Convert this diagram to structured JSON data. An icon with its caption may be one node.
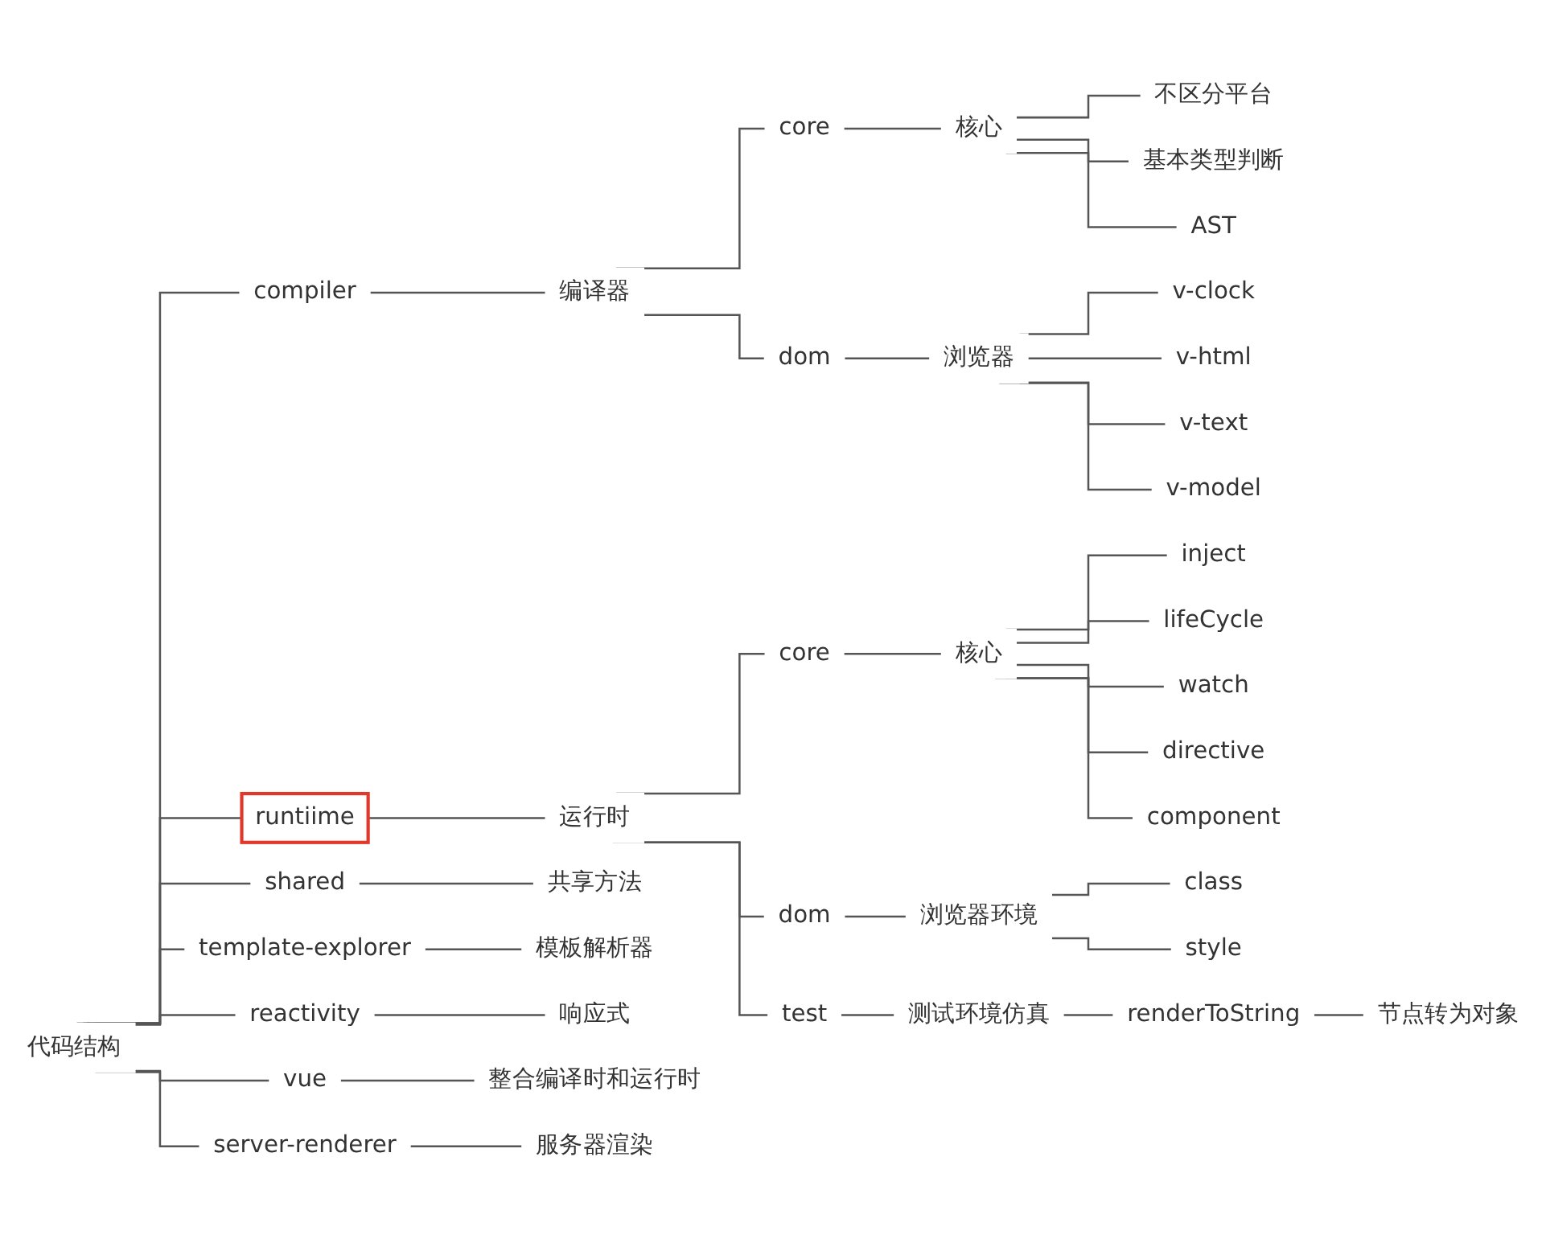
{
  "diagram": {
    "nodes": [
      {
        "text": [
          "代码结构"
        ]
      },
      {
        "text": [
          "compiler"
        ]
      },
      {
        "text": [
          "编译器"
        ]
      },
      {
        "text": [
          "core"
        ]
      },
      {
        "text": [
          "核心"
        ]
      },
      {
        "text": [
          "不区分平台"
        ]
      },
      {
        "text": [
          "基本类型判断"
        ]
      },
      {
        "text": [
          "AST"
        ]
      },
      {
        "text": [
          "dom"
        ]
      },
      {
        "text": [
          "浏览器"
        ]
      },
      {
        "text": [
          "v-clock"
        ]
      },
      {
        "text": [
          "v-html"
        ]
      },
      {
        "text": [
          "v-text"
        ]
      },
      {
        "text": [
          "v-model"
        ]
      },
      {
        "text": [
          "runtiime"
        ]
      },
      {
        "text": [
          "运行时"
        ]
      },
      {
        "text": [
          "core"
        ]
      },
      {
        "text": [
          "核心"
        ]
      },
      {
        "text": [
          "inject"
        ]
      },
      {
        "text": [
          "lifeCycle"
        ]
      },
      {
        "text": [
          "watch"
        ]
      },
      {
        "text": [
          "directive"
        ]
      },
      {
        "text": [
          "component"
        ]
      },
      {
        "text": [
          "dom"
        ]
      },
      {
        "text": [
          "浏览器环境"
        ]
      },
      {
        "text": [
          "class"
        ]
      },
      {
        "text": [
          "style"
        ]
      },
      {
        "text": [
          "test"
        ]
      },
      {
        "text": [
          "测试环境仿真"
        ]
      },
      {
        "text": [
          "renderToString"
        ]
      },
      {
        "text": [
          "节点转为对象"
        ]
      },
      {
        "text": [
          "shared"
        ]
      },
      {
        "text": [
          "共享方法"
        ]
      },
      {
        "text": [
          "template-explorer"
        ]
      },
      {
        "text": [
          "模板解析器"
        ]
      },
      {
        "text": [
          "reactivity"
        ]
      },
      {
        "text": [
          "响应式"
        ]
      },
      {
        "text": [
          "vue"
        ]
      },
      {
        "text": [
          "整合编译时和运行时"
        ]
      },
      {
        "text": [
          "server-renderer"
        ]
      },
      {
        "text": [
          "服务器渲染"
        ]
      }
    ],
    "edges": [
      {
        "from": 0,
        "to": 1,
        "arrow": "none"
      },
      {
        "from": 1,
        "to": 2,
        "arrow": "none"
      },
      {
        "from": 2,
        "to": 3,
        "arrow": "none"
      },
      {
        "from": 3,
        "to": 4,
        "arrow": "none"
      },
      {
        "from": 4,
        "to": 5,
        "arrow": "none"
      },
      {
        "from": 4,
        "to": 6,
        "arrow": "none"
      },
      {
        "from": 4,
        "to": 7,
        "arrow": "none"
      },
      {
        "from": 2,
        "to": 8,
        "arrow": "none"
      },
      {
        "from": 8,
        "to": 9,
        "arrow": "none"
      },
      {
        "from": 9,
        "to": 10,
        "arrow": "none"
      },
      {
        "from": 9,
        "to": 11,
        "arrow": "none"
      },
      {
        "from": 9,
        "to": 12,
        "arrow": "none"
      },
      {
        "from": 9,
        "to": 13,
        "arrow": "none"
      },
      {
        "from": 0,
        "to": 14,
        "arrow": "none"
      },
      {
        "from": 14,
        "to": 15,
        "arrow": "none"
      },
      {
        "from": 15,
        "to": 16,
        "arrow": "none"
      },
      {
        "from": 16,
        "to": 17,
        "arrow": "none"
      },
      {
        "from": 17,
        "to": 18,
        "arrow": "none"
      },
      {
        "from": 17,
        "to": 19,
        "arrow": "none"
      },
      {
        "from": 17,
        "to": 20,
        "arrow": "none"
      },
      {
        "from": 17,
        "to": 21,
        "arrow": "none"
      },
      {
        "from": 17,
        "to": 22,
        "arrow": "none"
      },
      {
        "from": 15,
        "to": 23,
        "arrow": "none"
      },
      {
        "from": 23,
        "to": 24,
        "arrow": "none"
      },
      {
        "from": 24,
        "to": 25,
        "arrow": "none"
      },
      {
        "from": 24,
        "to": 26,
        "arrow": "none"
      },
      {
        "from": 15,
        "to": 27,
        "arrow": "none"
      },
      {
        "from": 27,
        "to": 28,
        "arrow": "none"
      },
      {
        "from": 28,
        "to": 29,
        "arrow": "none"
      },
      {
        "from": 29,
        "to": 30,
        "arrow": "none"
      },
      {
        "from": 0,
        "to": 31,
        "arrow": "none"
      },
      {
        "from": 31,
        "to": 32,
        "arrow": "none"
      },
      {
        "from": 0,
        "to": 33,
        "arrow": "none"
      },
      {
        "from": 33,
        "to": 34,
        "arrow": "none"
      },
      {
        "from": 0,
        "to": 35,
        "arrow": "none"
      },
      {
        "from": 35,
        "to": 36,
        "arrow": "none"
      },
      {
        "from": 0,
        "to": 37,
        "arrow": "none"
      },
      {
        "from": 37,
        "to": 38,
        "arrow": "none"
      },
      {
        "from": 0,
        "to": 39,
        "arrow": "none"
      },
      {
        "from": 39,
        "to": 40,
        "arrow": "none"
      }
    ]
  }
}
